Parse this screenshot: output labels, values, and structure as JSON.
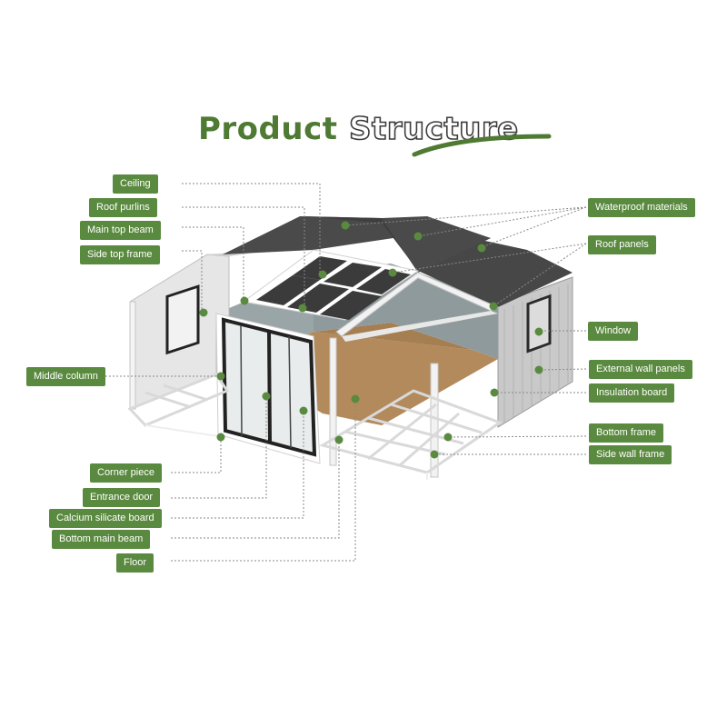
{
  "title": {
    "part1": "Product",
    "part2": "Structure"
  },
  "colors": {
    "accent": "#5a8a3f",
    "title_green": "#4e7a33",
    "roof": "#4a4a4a",
    "floor": "#b08a5e",
    "wall": "#d8d8d8"
  },
  "labels": {
    "left": [
      "Ceiling",
      "Roof purlins",
      "Main top beam",
      "Side top frame",
      "Middle column",
      "Corner piece",
      "Entrance door",
      "Calcium silicate board",
      "Bottom main beam",
      "Floor"
    ],
    "right": [
      "Waterproof materials",
      "Roof panels",
      "Window",
      "External wall panels",
      "Insulation board",
      "Bottom frame",
      "Side wall frame"
    ]
  }
}
